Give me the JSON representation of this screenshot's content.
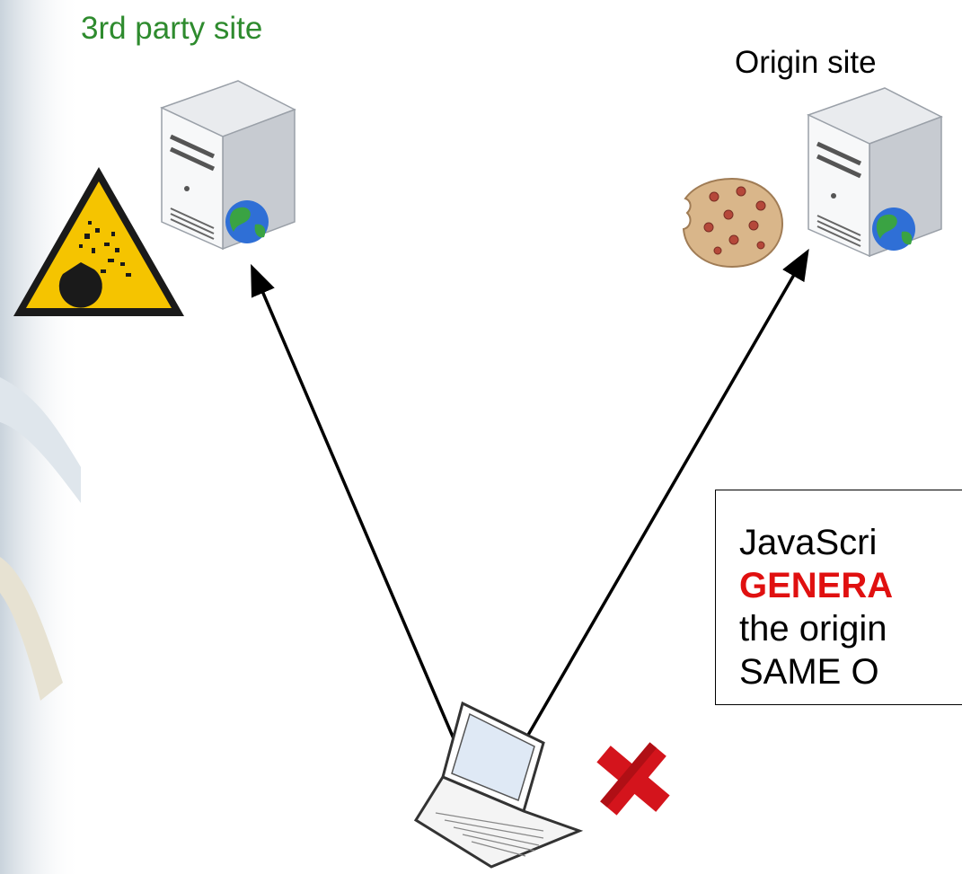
{
  "labels": {
    "third_party": "3rd party site",
    "origin": "Origin site"
  },
  "callout": {
    "line1": "JavaScri",
    "line2": "GENERA",
    "line3": "the origin",
    "line4": "SAME O"
  },
  "colors": {
    "third_party_label": "#2e8b2e",
    "emphasis": "#e01010",
    "warning_yellow": "#f5c400",
    "arrow": "#000000"
  },
  "icons": {
    "third_party_server": "server-icon",
    "origin_server": "server-icon",
    "hazard": "explosive-hazard-icon",
    "cookie": "cookie-icon",
    "client": "laptop-icon",
    "blocked": "red-cross-icon"
  }
}
